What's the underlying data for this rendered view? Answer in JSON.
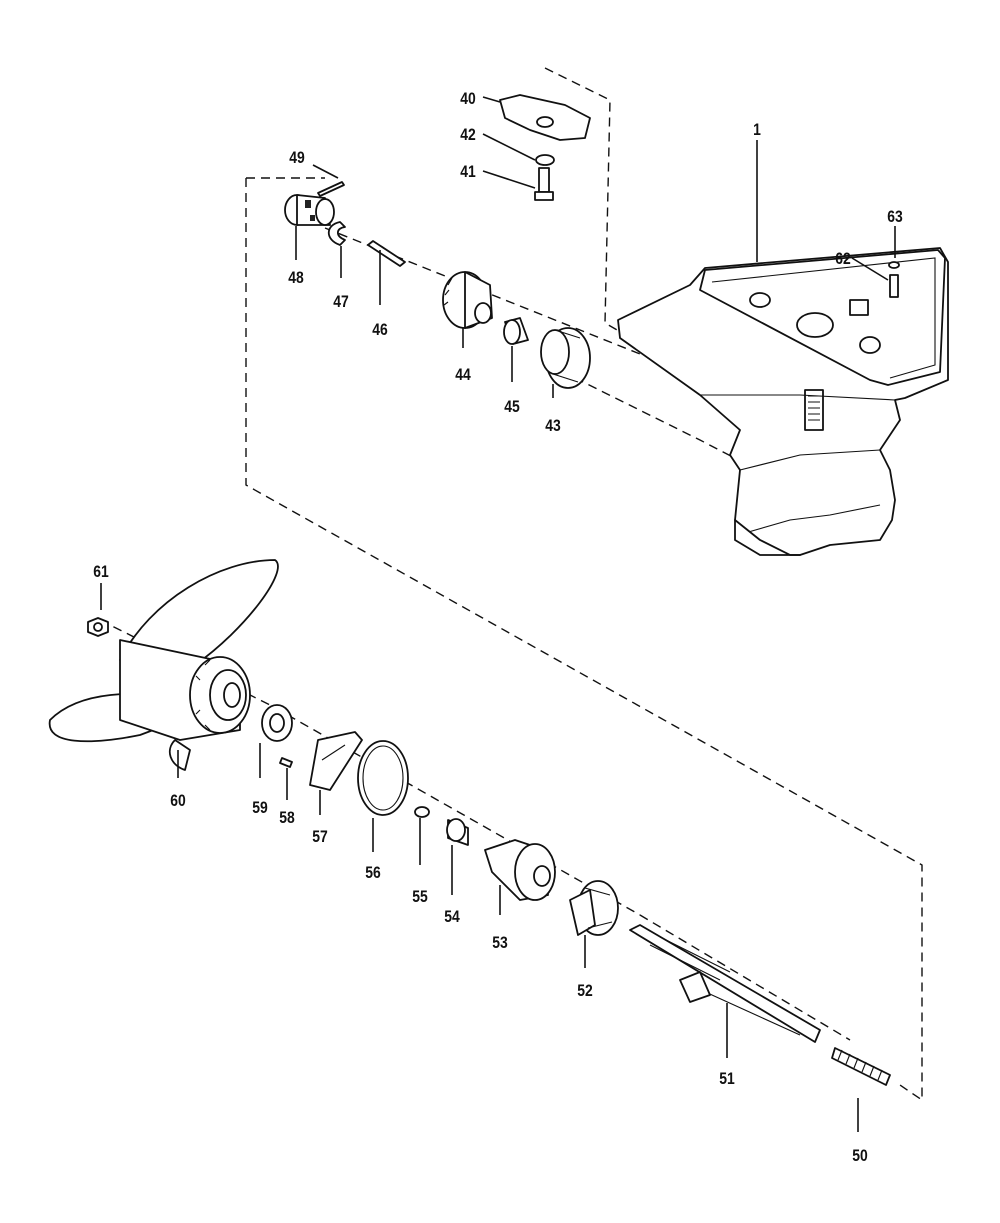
{
  "labels": {
    "p1": "1",
    "p40": "40",
    "p41": "41",
    "p42": "42",
    "p43": "43",
    "p44": "44",
    "p45": "45",
    "p46": "46",
    "p47": "47",
    "p48": "48",
    "p49": "49",
    "p50": "50",
    "p51": "51",
    "p52": "52",
    "p53": "53",
    "p54": "54",
    "p55": "55",
    "p56": "56",
    "p57": "57",
    "p58": "58",
    "p59": "59",
    "p60": "60",
    "p61": "61",
    "p62": "62",
    "p63": "63"
  }
}
